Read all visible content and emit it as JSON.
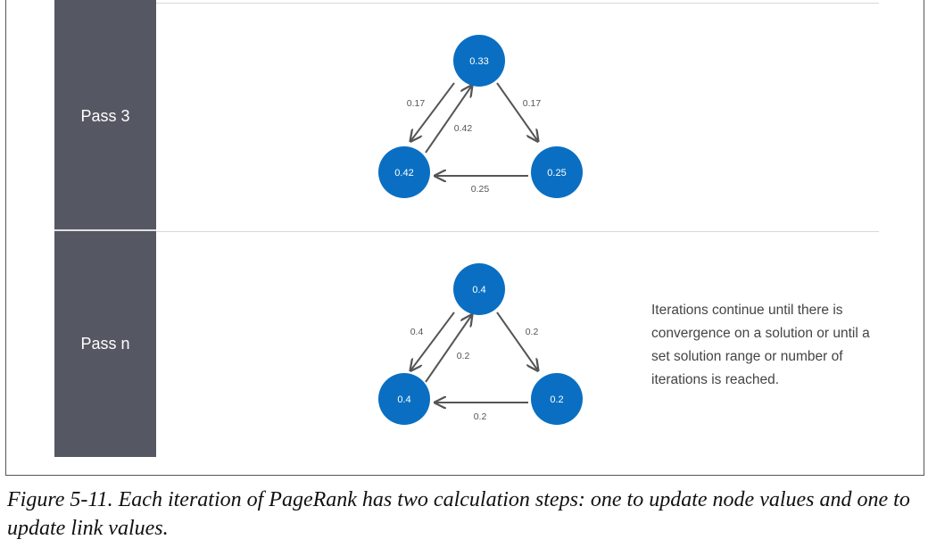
{
  "passes": [
    {
      "label": "Pass 3",
      "nodes": {
        "top": "0.33",
        "left": "0.42",
        "right": "0.25"
      },
      "edges": {
        "top_to_left": "0.17",
        "left_to_top": "0.42",
        "top_to_right": "0.17",
        "right_to_left": "0.25"
      }
    },
    {
      "label": "Pass n",
      "nodes": {
        "top": "0.4",
        "left": "0.4",
        "right": "0.2"
      },
      "edges": {
        "top_to_left": "0.4",
        "left_to_top": "0.2",
        "top_to_right": "0.2",
        "right_to_left": "0.2"
      }
    }
  ],
  "note": "Iterations continue until there is convergence on a solution or until a set solution range or number of iterations is reached.",
  "caption": "Figure 5-11. Each iteration of PageRank has two calculation steps: one to update node values and one to update link values.",
  "colors": {
    "node": "#0a6fc2",
    "sidebar": "#555863",
    "arrow": "#555555"
  }
}
